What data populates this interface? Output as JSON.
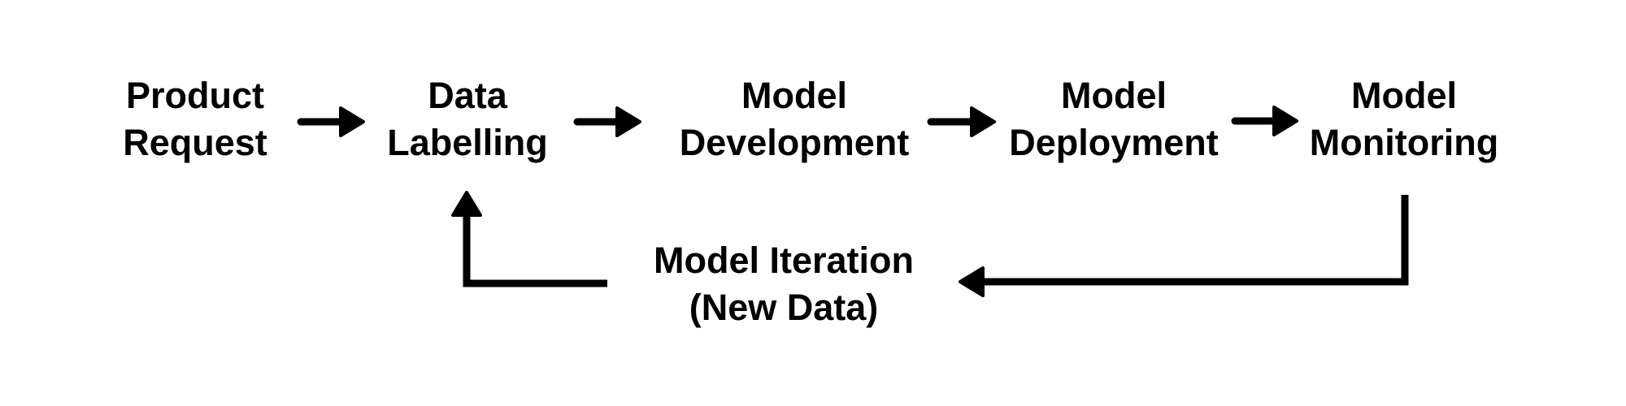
{
  "diagram": {
    "stages": [
      {
        "label": "Product\nRequest"
      },
      {
        "label": "Data\nLabelling"
      },
      {
        "label": "Model\nDevelopment"
      },
      {
        "label": "Model\nDeployment"
      },
      {
        "label": "Model\nMonitoring"
      }
    ],
    "loop_label": "Model Iteration\n(New Data)",
    "icons": [
      "arrow-right-icon",
      "arrow-right-icon",
      "arrow-right-icon",
      "arrow-right-icon",
      "arrow-left-icon",
      "arrow-up-icon"
    ],
    "colors": {
      "ink": "#000000",
      "background": "#ffffff"
    }
  }
}
